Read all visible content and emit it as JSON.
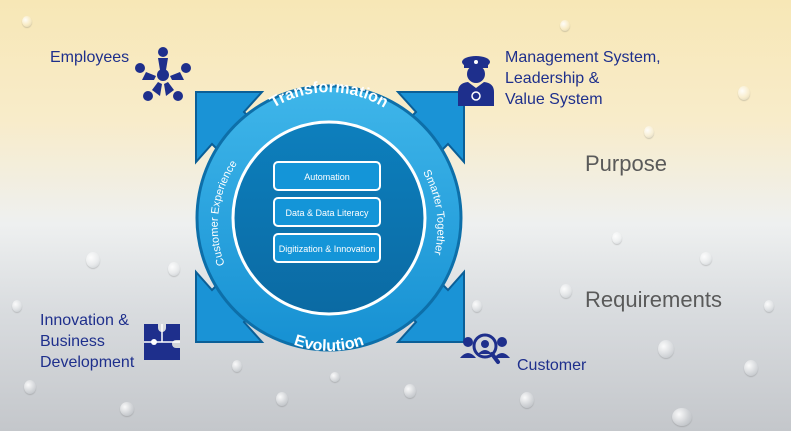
{
  "stakeholders": {
    "employees": "Employees",
    "management_line1": "Management System,",
    "management_line2": "Leadership &",
    "management_line3": "Value System",
    "innovation_line1": "Innovation &",
    "innovation_line2": "Business",
    "innovation_line3": "Development",
    "customer": "Customer"
  },
  "side_labels": {
    "purpose": "Purpose",
    "requirements": "Requirements"
  },
  "ring": {
    "top": "Transformation",
    "bottom": "Evolution",
    "left": "Customer Experience",
    "right": "Smarter Together"
  },
  "pillars": [
    "Automation",
    "Data & Data Literacy",
    "Digitization & Innovation"
  ],
  "icons": {
    "employees": "people-circle-icon",
    "management": "captain-icon",
    "innovation": "puzzle-icon",
    "customer": "customer-search-icon"
  },
  "colors": {
    "ring": "#1e9fdc",
    "ring_dark": "#0d6fa9",
    "icon": "#1e2f8c",
    "text_blue": "#1e2f8c",
    "text_gray": "#5a5a5a"
  }
}
